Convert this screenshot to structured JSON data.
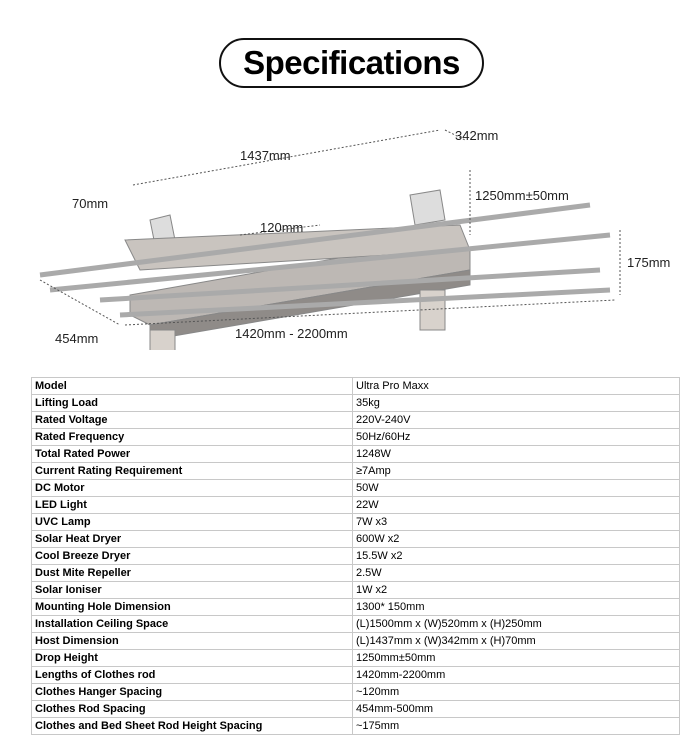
{
  "title": "Specifications",
  "diagram": {
    "length": "1437mm",
    "width": "342mm",
    "height": "70mm",
    "drop": "1250mm±50mm",
    "spacing": "120mm",
    "rod_height": "175mm",
    "rod_spacing": "454mm",
    "rod_length": "1420mm - 2200mm"
  },
  "specs": [
    {
      "k": "Model",
      "v": "Ultra Pro Maxx"
    },
    {
      "k": "Lifting Load",
      "v": "35kg"
    },
    {
      "k": "Rated Voltage",
      "v": "220V-240V"
    },
    {
      "k": "Rated Frequency",
      "v": "50Hz/60Hz"
    },
    {
      "k": "Total Rated Power",
      "v": "1248W"
    },
    {
      "k": "Current Rating Requirement",
      "v": "≥7Amp"
    },
    {
      "k": "DC Motor",
      "v": "50W"
    },
    {
      "k": "LED Light",
      "v": "22W"
    },
    {
      "k": "UVC Lamp",
      "v": "7W x3"
    },
    {
      "k": "Solar Heat Dryer",
      "v": "600W x2"
    },
    {
      "k": "Cool Breeze Dryer",
      "v": "15.5W x2"
    },
    {
      "k": "Dust Mite Repeller",
      "v": "2.5W"
    },
    {
      "k": "Solar Ioniser",
      "v": "1W x2"
    },
    {
      "k": "Mounting Hole Dimension",
      "v": "1300* 150mm"
    },
    {
      "k": "Installation Ceiling Space",
      "v": "(L)1500mm x (W)520mm x (H)250mm"
    },
    {
      "k": "Host Dimension",
      "v": "(L)1437mm x (W)342mm x (H)70mm"
    },
    {
      "k": "Drop Height",
      "v": "1250mm±50mm"
    },
    {
      "k": "Lengths of Clothes rod",
      "v": "1420mm-2200mm"
    },
    {
      "k": "Clothes Hanger Spacing",
      "v": "~120mm"
    },
    {
      "k": "Clothes Rod Spacing",
      "v": "454mm-500mm"
    },
    {
      "k": "Clothes and Bed Sheet Rod Height Spacing",
      "v": "~175mm"
    }
  ]
}
